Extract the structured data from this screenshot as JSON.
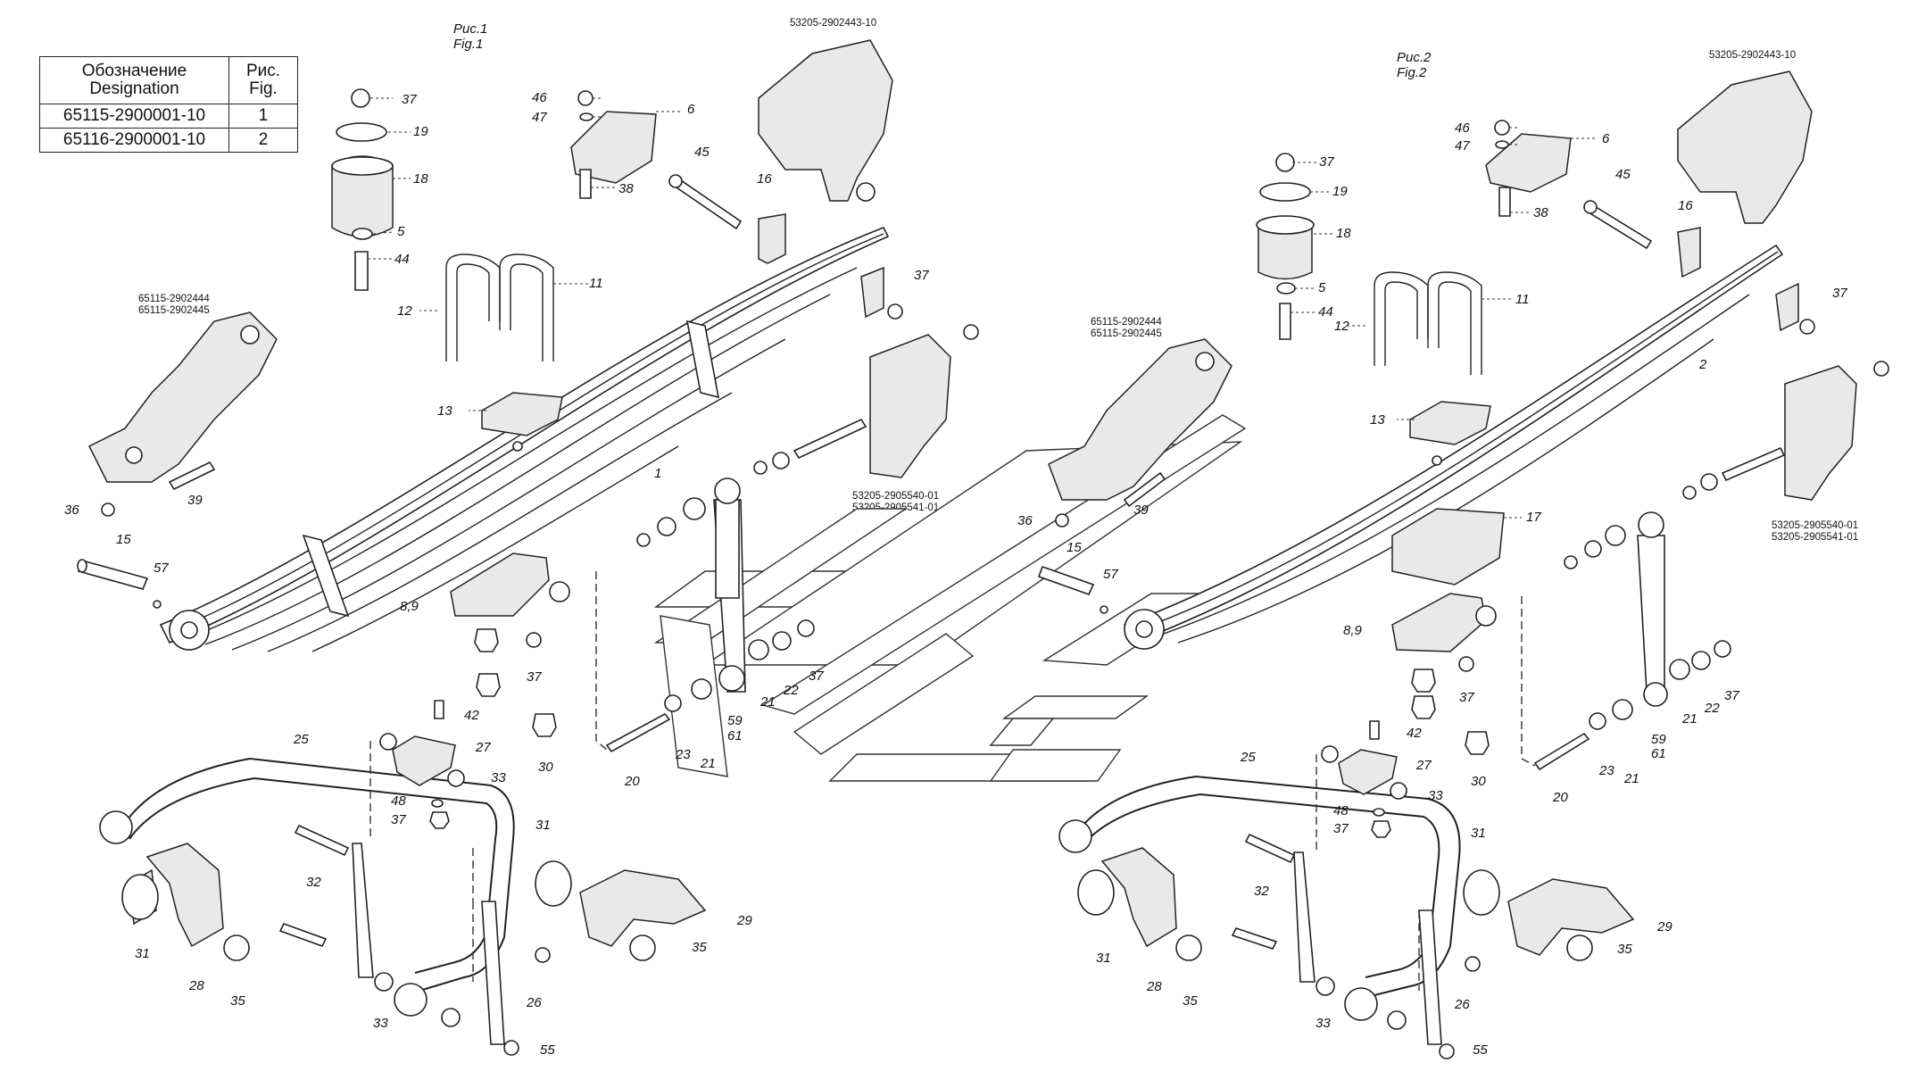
{
  "table": {
    "header_designation": "Обозначение Designation",
    "header_fig": "Рис. Fig.",
    "rows": [
      {
        "designation": "65115-2900001-10",
        "fig": "1"
      },
      {
        "designation": "65116-2900001-10",
        "fig": "2"
      }
    ]
  },
  "figures": [
    {
      "title_ru": "Рис.1",
      "title_en": "Fig.1"
    },
    {
      "title_ru": "Рис.2",
      "title_en": "Fig.2"
    }
  ],
  "codes": {
    "bracket_front_f1": "53205-2902443-10",
    "bracket_front_f2": "53205-2902443-10",
    "bracket_rear_f1": [
      "65115-2902444",
      "65115-2902445"
    ],
    "bracket_rear_f2": [
      "65115-2902444",
      "65115-2902445"
    ],
    "shock_bracket_f1": [
      "53205-2905540-01",
      "53205-2905541-01"
    ],
    "shock_bracket_f2": [
      "53205-2905540-01",
      "53205-2905541-01"
    ]
  },
  "callouts": {
    "fig1": [
      "37",
      "19",
      "18",
      "5",
      "44",
      "46",
      "47",
      "6",
      "38",
      "45",
      "16",
      "11",
      "12",
      "13",
      "37",
      "1",
      "39",
      "36",
      "15",
      "57",
      "8,9",
      "37",
      "42",
      "30",
      "27",
      "33",
      "48",
      "37",
      "25",
      "20",
      "23",
      "21",
      "59",
      "61",
      "21",
      "22",
      "37",
      "31",
      "32",
      "28",
      "35",
      "31",
      "29",
      "35",
      "33",
      "26",
      "55"
    ],
    "fig2": [
      "46",
      "47",
      "6",
      "38",
      "45",
      "16",
      "37",
      "19",
      "18",
      "5",
      "44",
      "11",
      "12",
      "13",
      "2",
      "37",
      "17",
      "39",
      "36",
      "15",
      "57",
      "8,9",
      "37",
      "42",
      "30",
      "27",
      "33",
      "48",
      "37",
      "25",
      "20",
      "23",
      "21",
      "59",
      "61",
      "21",
      "22",
      "37",
      "31",
      "32",
      "28",
      "35",
      "31",
      "29",
      "35",
      "33",
      "26",
      "55"
    ]
  }
}
